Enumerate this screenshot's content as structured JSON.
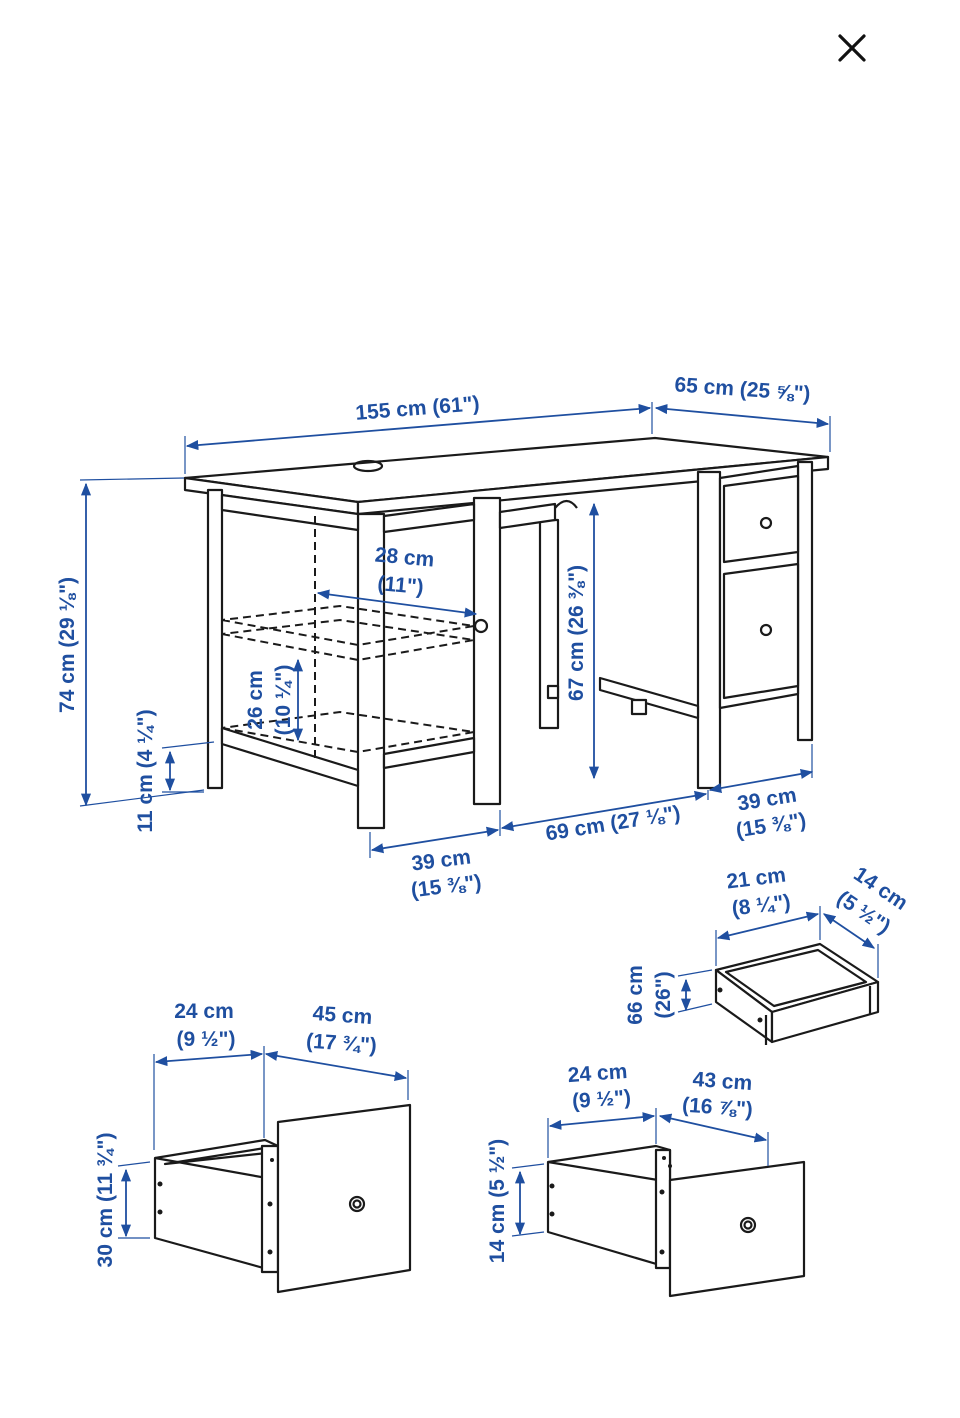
{
  "close_icon": "close-icon",
  "colors": {
    "dimension": "#1f4fa0",
    "line": "#1a1a1a",
    "background": "#ffffff"
  },
  "desk": {
    "width": "155 cm (61\")",
    "depth": "65 cm (25 ⅝\")",
    "height": "74 cm (29 ⅛\")",
    "knee_height": "67 cm (26 ⅜\")",
    "shelf_depth_cm": "28 cm",
    "shelf_depth_in": "(11\")",
    "shelf_height_cm": "26 cm",
    "shelf_height_in": "(10 ¼\")",
    "base_height": "11 cm (4 ¼\")",
    "left_width_cm": "39 cm",
    "left_width_in": "(15 ⅜\")",
    "middle_width": "69 cm (27 ⅛\")",
    "right_width_cm": "39 cm",
    "right_width_in": "(15 ⅜\")"
  },
  "small_drawer": {
    "width_cm": "21 cm",
    "width_in": "(8 ¼\")",
    "depth_cm": "14 cm",
    "depth_in": "(5 ½\")",
    "height_cm": "66 cm",
    "height_in": "(26\")"
  },
  "large_drawer": {
    "width_cm": "24 cm",
    "width_in": "(9 ½\")",
    "depth_cm": "45 cm",
    "depth_in": "(17 ¾\")",
    "height": "30 cm (11 ¾\")"
  },
  "medium_drawer": {
    "width_cm": "24 cm",
    "width_in": "(9 ½\")",
    "depth_cm": "43 cm",
    "depth_in": "(16 ⅞\")",
    "height": "14 cm (5 ½\")"
  }
}
